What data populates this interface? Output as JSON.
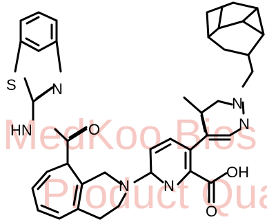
{
  "watermark": {
    "line1": "MedKoo Bios",
    "line2": "Product Qual"
  },
  "atoms": {
    "s": "S",
    "n_thiazole": "N",
    "hn": "HN",
    "o_amide": "O",
    "n_isoquinoline": "N",
    "n_pyridine": "N",
    "oh": "OH",
    "o_acid": "O",
    "n1_pyrazole": "N",
    "n2_pyrazole": "N"
  }
}
